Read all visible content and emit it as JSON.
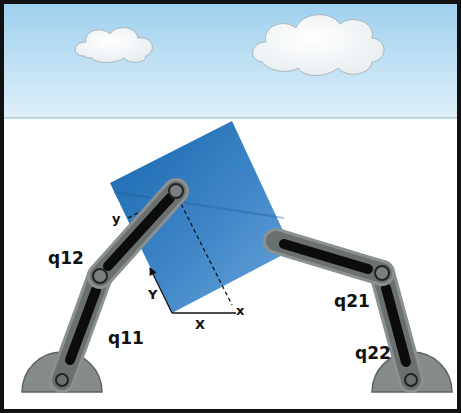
{
  "diagram": {
    "labels": [
      "q12",
      "q11",
      "q21",
      "q22",
      "y",
      "x",
      "Y",
      "X"
    ]
  }
}
